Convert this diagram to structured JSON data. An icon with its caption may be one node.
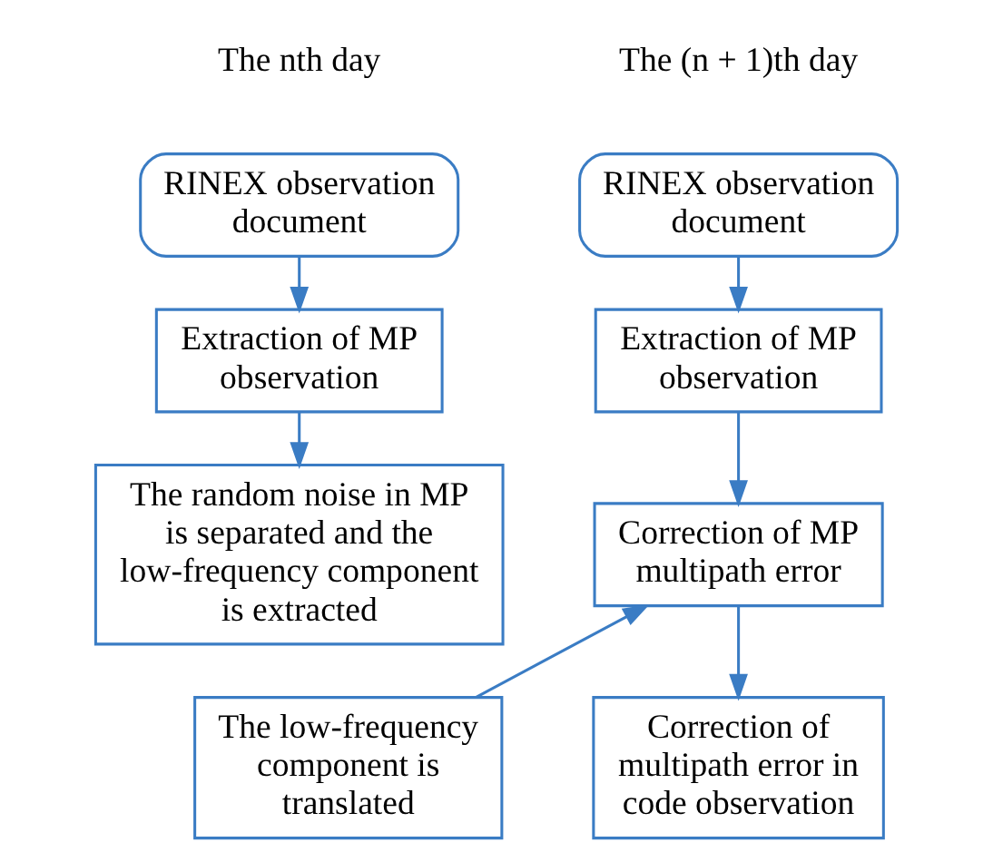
{
  "diagram": {
    "nodes": [
      {
        "text": [
          "RINEX observation document"
        ]
      },
      {
        "text": [
          "Extraction of MP observation"
        ]
      },
      {
        "text": [
          "The random noise in MP is separated and the low-frequency component is extracted"
        ]
      },
      {
        "text": [
          "The low-frequency component is translated"
        ]
      },
      {
        "text": [
          "RINEX observation document"
        ]
      },
      {
        "text": [
          "Extraction of MP observation"
        ]
      },
      {
        "text": [
          "Correction of MP multipath error"
        ]
      },
      {
        "text": [
          "Correction of multipath error in code observation"
        ]
      }
    ],
    "edges": [
      {
        "from": 0,
        "to": 1,
        "arrow": "to"
      },
      {
        "from": 1,
        "to": 2,
        "arrow": "to"
      },
      {
        "from": 4,
        "to": 5,
        "arrow": "to"
      },
      {
        "from": 5,
        "to": 6,
        "arrow": "to"
      },
      {
        "from": 3,
        "to": 6,
        "arrow": "to"
      },
      {
        "from": 6,
        "to": 7,
        "arrow": "to"
      }
    ],
    "labels": [
      "The nth day",
      "The (n + 1)th day"
    ]
  }
}
